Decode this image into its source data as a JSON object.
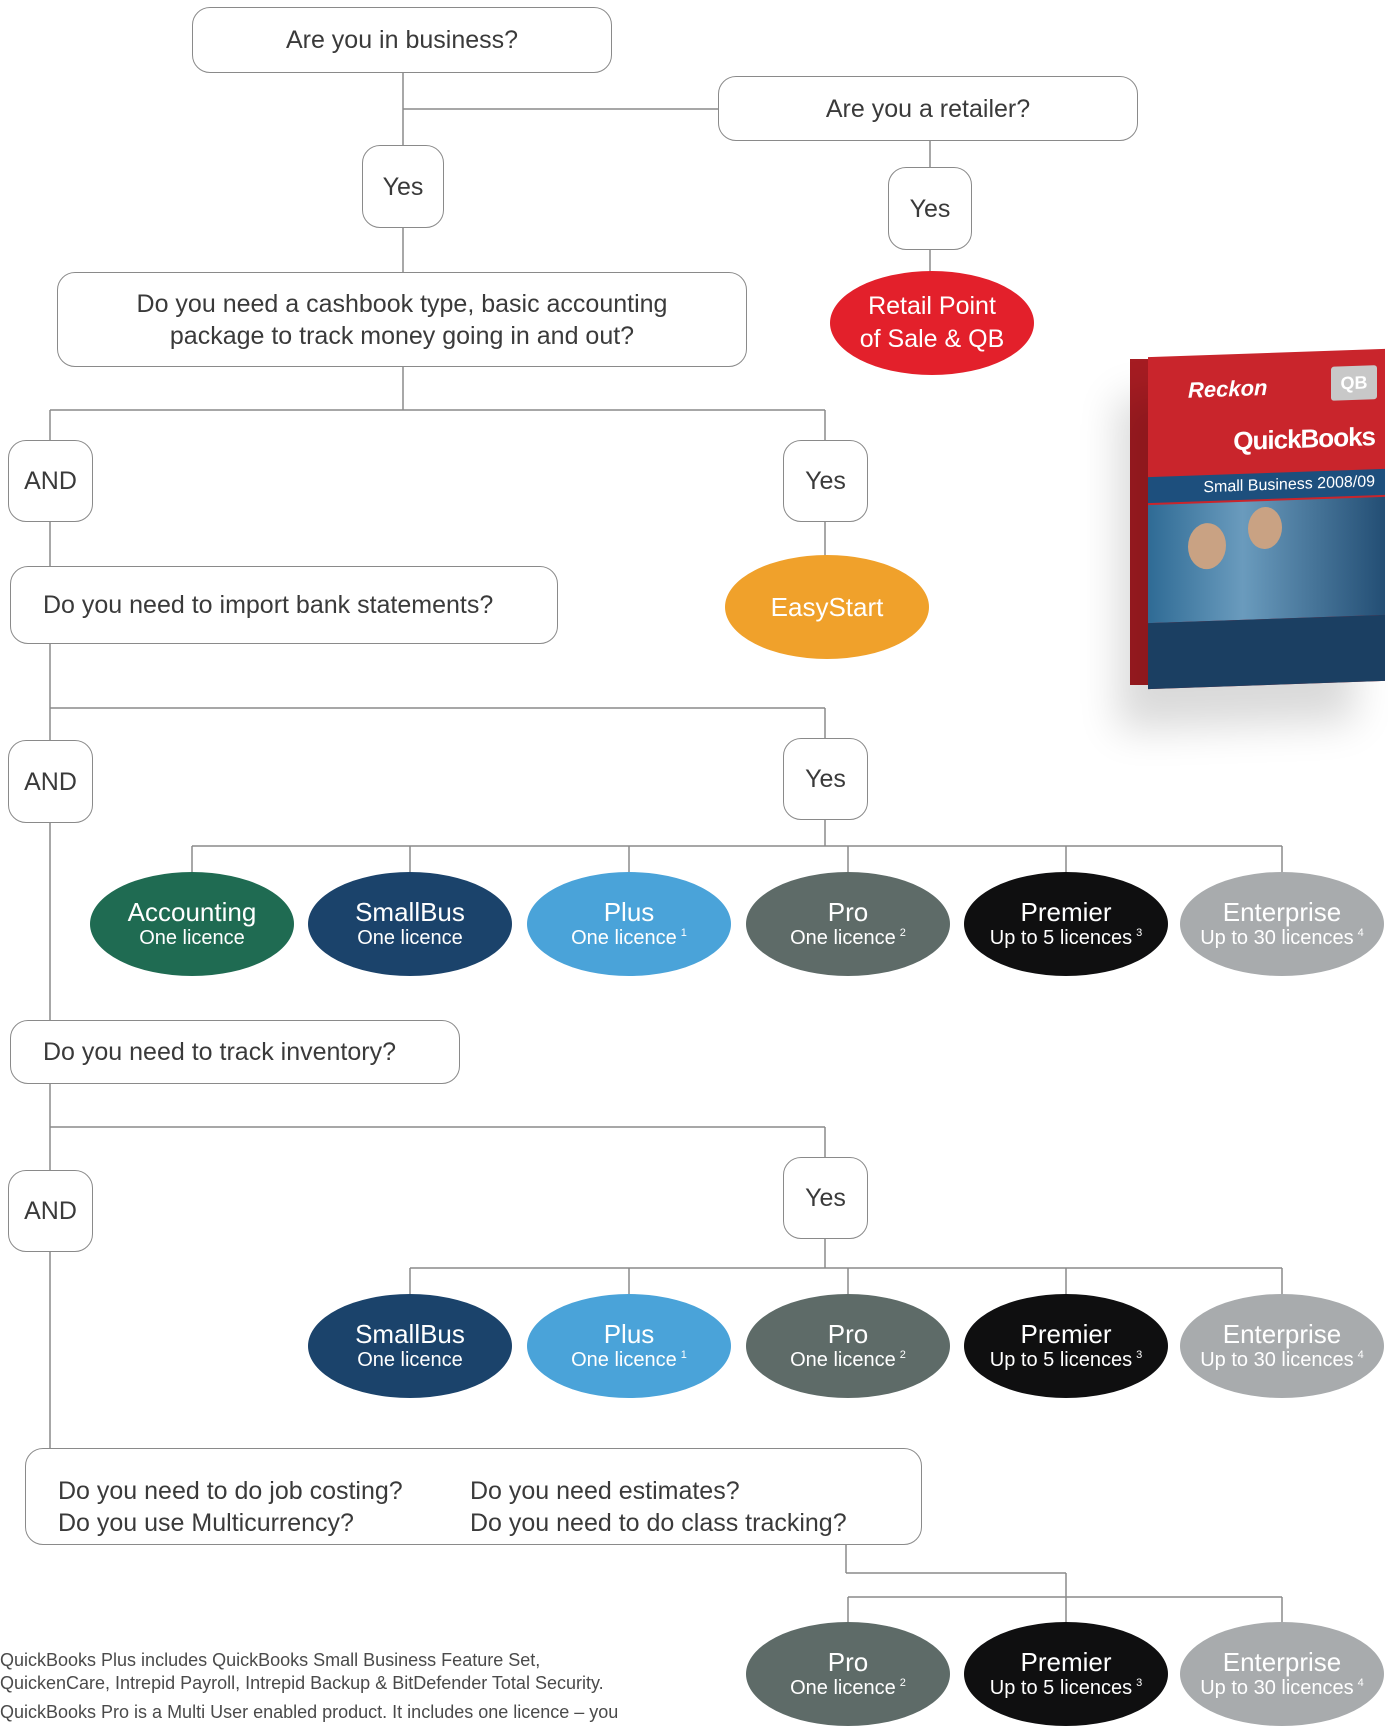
{
  "q1": "Are you in business?",
  "q_retail": "Are you a retailer?",
  "yes_business": "Yes",
  "yes_retail": "Yes",
  "retail_product": {
    "line1": "Retail Point",
    "line2": "of Sale & QB"
  },
  "q_cashbook": {
    "line1": "Do you need a cashbook type, basic accounting",
    "line2": "package to track money going in and out?"
  },
  "and1": "AND",
  "yes_cashbook": "Yes",
  "easystart": "EasyStart",
  "q_bank": "Do you need to import bank statements?",
  "and2": "AND",
  "yes_bank": "Yes",
  "row1": [
    {
      "name": "Accounting",
      "sub": "One licence",
      "note": "",
      "color": "#1f6b52"
    },
    {
      "name": "SmallBus",
      "sub": "One licence",
      "note": "",
      "color": "#1b436b"
    },
    {
      "name": "Plus",
      "sub": "One licence",
      "note": "1",
      "color": "#4aa3d9"
    },
    {
      "name": "Pro",
      "sub": "One licence",
      "note": "2",
      "color": "#5e6b68"
    },
    {
      "name": "Premier",
      "sub": "Up to 5 licences",
      "note": "3",
      "color": "#0f0f10"
    },
    {
      "name": "Enterprise",
      "sub": "Up to 30 licences",
      "note": "4",
      "color": "#a8abad"
    }
  ],
  "q_inventory": "Do you need to track inventory?",
  "and3": "AND",
  "yes_inventory": "Yes",
  "row2": [
    {
      "name": "SmallBus",
      "sub": "One licence",
      "note": "",
      "color": "#1b436b"
    },
    {
      "name": "Plus",
      "sub": "One licence",
      "note": "1",
      "color": "#4aa3d9"
    },
    {
      "name": "Pro",
      "sub": "One licence",
      "note": "2",
      "color": "#5e6b68"
    },
    {
      "name": "Premier",
      "sub": "Up to 5 licences",
      "note": "3",
      "color": "#0f0f10"
    },
    {
      "name": "Enterprise",
      "sub": "Up to 30 licences",
      "note": "4",
      "color": "#a8abad"
    }
  ],
  "q_final": {
    "a": "Do you need to do job costing?",
    "b": "Do you use Multicurrency?",
    "c": "Do you need estimates?",
    "d": "Do you need to do class tracking?"
  },
  "row3": [
    {
      "name": "Pro",
      "sub": "One licence",
      "note": "2",
      "color": "#5e6b68"
    },
    {
      "name": "Premier",
      "sub": "Up to 5 licences",
      "note": "3",
      "color": "#0f0f10"
    },
    {
      "name": "Enterprise",
      "sub": "Up to 30 licences",
      "note": "4",
      "color": "#a8abad"
    }
  ],
  "footnote": {
    "line1": "QuickBooks Plus includes QuickBooks Small Business Feature Set,",
    "line2": "QuickenCare, Intrepid Payroll, Intrepid Backup & BitDefender Total Security.",
    "line3": "QuickBooks Pro is a Multi User enabled product. It includes one licence – you"
  },
  "product_box": {
    "brand": "Reckon",
    "badge": "QB",
    "name": "QuickBooks",
    "edition": "Small Business 2008/09"
  },
  "colors": {
    "retail": "#e3202b",
    "easystart": "#f0a12b",
    "lines": "#8a8a8a"
  }
}
